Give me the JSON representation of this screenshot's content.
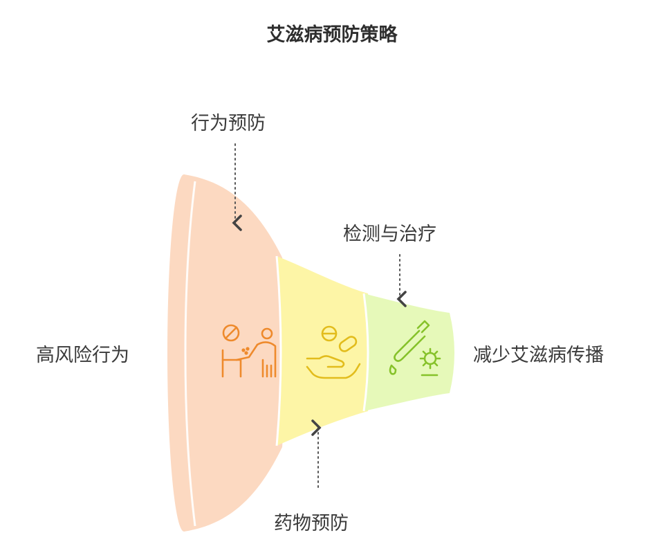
{
  "title": "艾滋病预防策略",
  "left_label": "高风险行为",
  "right_label": "减少艾滋病传播",
  "stages": [
    {
      "label": "行为预防",
      "color": "#fcd9c1",
      "icon": "syringe-prohibited-icon",
      "icon_color": "#ee8a2c"
    },
    {
      "label": "药物预防",
      "color": "#fdf5a6",
      "icon": "hand-holding-pills-icon",
      "icon_color": "#e2bc1c"
    },
    {
      "label": "检测与治疗",
      "color": "#e6f9b9",
      "icon": "pipette-virus-icon",
      "icon_color": "#86c22a"
    }
  ]
}
